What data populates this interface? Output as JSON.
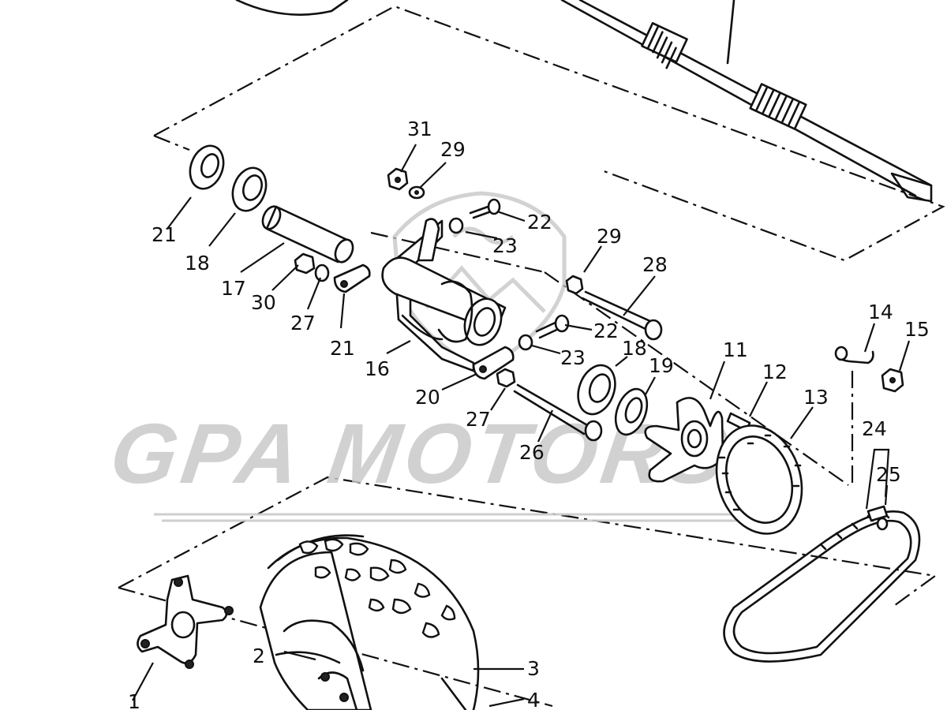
{
  "diagram": {
    "parts": [
      {
        "id": "part-1",
        "number": "1"
      },
      {
        "id": "part-2",
        "number": "2"
      },
      {
        "id": "part-3",
        "number": "3"
      },
      {
        "id": "part-4",
        "number": "4"
      },
      {
        "id": "part-11",
        "number": "11"
      },
      {
        "id": "part-12",
        "number": "12"
      },
      {
        "id": "part-13",
        "number": "13"
      },
      {
        "id": "part-14",
        "number": "14"
      },
      {
        "id": "part-15",
        "number": "15"
      },
      {
        "id": "part-16",
        "number": "16"
      },
      {
        "id": "part-17",
        "number": "17"
      },
      {
        "id": "part-18a",
        "number": "18"
      },
      {
        "id": "part-18b",
        "number": "18"
      },
      {
        "id": "part-19",
        "number": "19"
      },
      {
        "id": "part-20",
        "number": "20"
      },
      {
        "id": "part-21a",
        "number": "21"
      },
      {
        "id": "part-21b",
        "number": "21"
      },
      {
        "id": "part-22a",
        "number": "22"
      },
      {
        "id": "part-22b",
        "number": "22"
      },
      {
        "id": "part-23a",
        "number": "23"
      },
      {
        "id": "part-23b",
        "number": "23"
      },
      {
        "id": "part-24",
        "number": "24"
      },
      {
        "id": "part-25",
        "number": "25"
      },
      {
        "id": "part-26",
        "number": "26"
      },
      {
        "id": "part-27a",
        "number": "27"
      },
      {
        "id": "part-27b",
        "number": "27"
      },
      {
        "id": "part-28",
        "number": "28"
      },
      {
        "id": "part-29a",
        "number": "29"
      },
      {
        "id": "part-29b",
        "number": "29"
      },
      {
        "id": "part-30",
        "number": "30"
      },
      {
        "id": "part-31",
        "number": "31"
      }
    ]
  },
  "watermark": {
    "text": "GPA MOTORS",
    "color": "#c9c9c9"
  },
  "colors": {
    "line": "#111111",
    "background": "#ffffff"
  }
}
